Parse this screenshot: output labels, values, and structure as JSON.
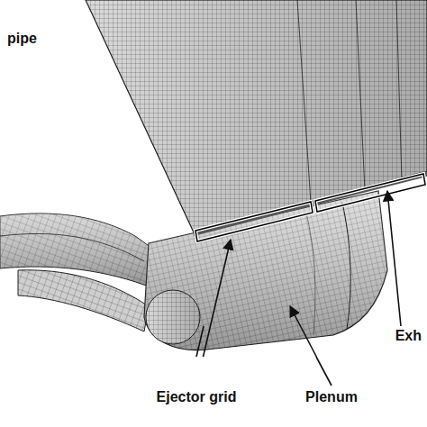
{
  "diagram": {
    "labels": [
      "pipe",
      "Ejector grid",
      "Plenum",
      "Exh"
    ]
  }
}
